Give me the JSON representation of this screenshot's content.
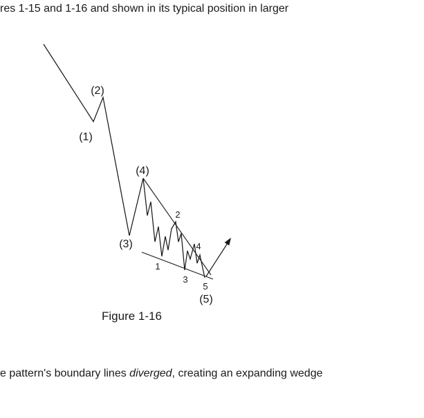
{
  "page": {
    "top_text": "res 1-15 and 1-16 and shown in its typical position in larger",
    "bottom_text": {
      "prefix": "e pattern's boundary lines ",
      "italic": "diverged",
      "suffix": ", creating an expanding wedge"
    }
  },
  "figure": {
    "caption": "Figure 1-16",
    "labels": {
      "w1": "(1)",
      "w2": "(2)",
      "w3": "(3)",
      "w4": "(4)",
      "w5": "(5)",
      "s1": "1",
      "s2": "2",
      "s3": "3",
      "s4": "4",
      "s5": "5"
    }
  }
}
